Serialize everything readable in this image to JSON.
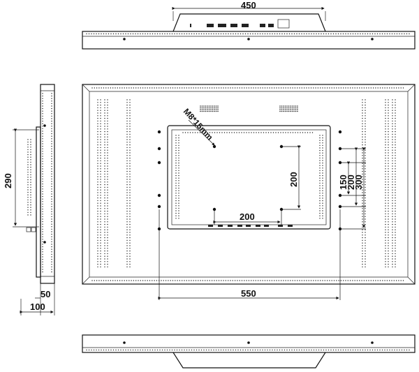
{
  "dimensions": {
    "top_width": "450",
    "side_height": "290",
    "side_depth_small": "50",
    "side_depth_total": "100",
    "mount_horizontal_inner": "200",
    "mount_vertical_inner": "200",
    "mount_bracket_150": "150",
    "mount_bracket_200": "200",
    "mount_bracket_300": "300",
    "mount_horizontal_outer": "550",
    "screw_spec": "M8*15mm"
  }
}
